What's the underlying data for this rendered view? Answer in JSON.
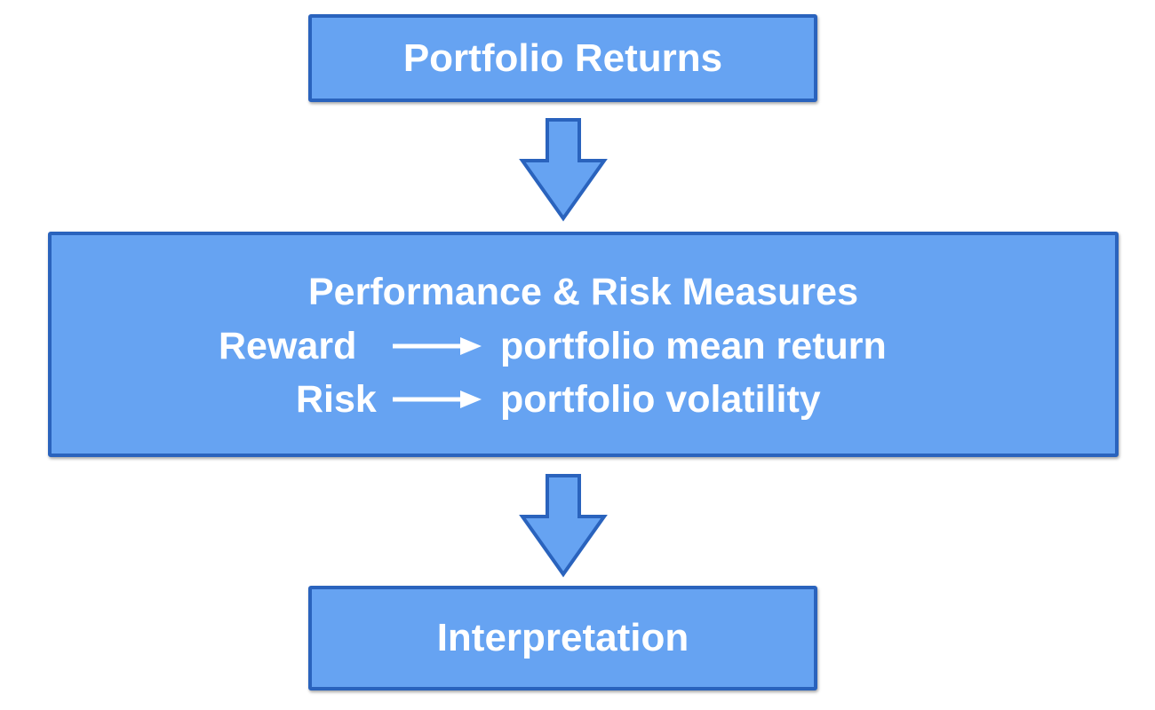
{
  "diagram": {
    "top_box": {
      "label": "Portfolio Returns"
    },
    "middle_box": {
      "title": "Performance & Risk Measures",
      "rows": [
        {
          "left": "Reward",
          "right": "portfolio mean return"
        },
        {
          "left": "Risk",
          "right": "portfolio volatility"
        }
      ]
    },
    "bottom_box": {
      "label": "Interpretation"
    }
  },
  "colors": {
    "box_fill": "#66a3f2",
    "box_border": "#2a63bd",
    "text": "#ffffff"
  },
  "icons": {
    "flow_arrow": "down-arrow-icon",
    "mapping_arrow": "right-arrow-icon"
  }
}
